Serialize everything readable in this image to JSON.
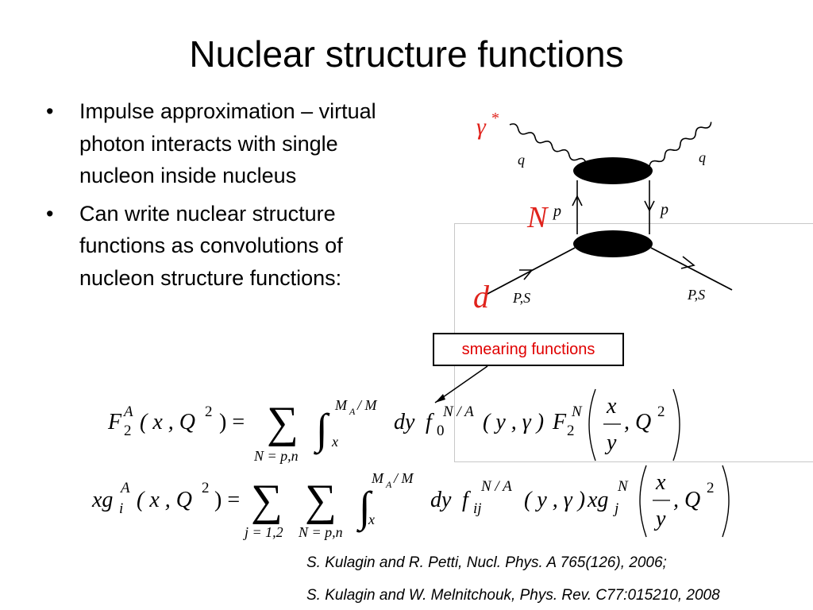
{
  "slide": {
    "title": "Nuclear structure functions",
    "bullets": [
      {
        "text": "Impulse approximation – virtual photon interacts with single nucleon inside nucleus"
      },
      {
        "text": "Can write nuclear structure functions as convolutions of nucleon structure functions:"
      }
    ],
    "bullet_symbol": "•"
  },
  "diagram": {
    "gamma_label": "γ",
    "gamma_star": "*",
    "q_left": "q",
    "q_right": "q",
    "nucleon_label": "N",
    "p_left": "p",
    "p_right": "p",
    "deuteron_label": "d",
    "ps_left": "P,S",
    "ps_right": "P,S",
    "label_color": "#e0231c"
  },
  "callout": {
    "label": "smearing functions",
    "color": "#e00000"
  },
  "equations": {
    "eq1": {
      "F": "F",
      "sub2": "2",
      "supA": "A",
      "args": "( x , Q",
      "argsq": "2",
      "argsclose": ") =",
      "sum_sub": "N = p,n",
      "int_upper": "M",
      "int_upper_sub": "A",
      "int_upper_rest": "/ M",
      "int_lower": "x",
      "dy": "dy",
      "f": "f",
      "f_sub": "0",
      "f_sup": "N / A",
      "fargs": "( y , γ )",
      "F2": "F",
      "F2sub": "2",
      "F2sup": "N",
      "frac_num": "x",
      "frac_den": "y",
      "after_frac": ", Q",
      "after_sq": "2"
    },
    "eq2": {
      "xg": "xg",
      "sub_i": "i",
      "supA": "A",
      "args": "( x , Q",
      "argsq": "2",
      "argsclose": ") =",
      "sum1_sub": "j = 1,2",
      "sum2_sub": "N = p,n",
      "int_upper": "M",
      "int_upper_sub": "A",
      "int_upper_rest": "/ M",
      "int_lower": "x",
      "dy": "dy",
      "f": "f",
      "f_sub": "ij",
      "f_sup": "N / A",
      "fargs": "( y , γ )",
      "xg2": "xg",
      "xg2sub": "j",
      "xg2sup": "N",
      "frac_num": "x",
      "frac_den": "y",
      "after_frac": ", Q",
      "after_sq": "2"
    }
  },
  "references": [
    "S. Kulagin and R. Petti, Nucl. Phys. A 765(126), 2006;",
    "S. Kulagin and W. Melnitchouk, Phys. Rev. C77:015210, 2008"
  ]
}
